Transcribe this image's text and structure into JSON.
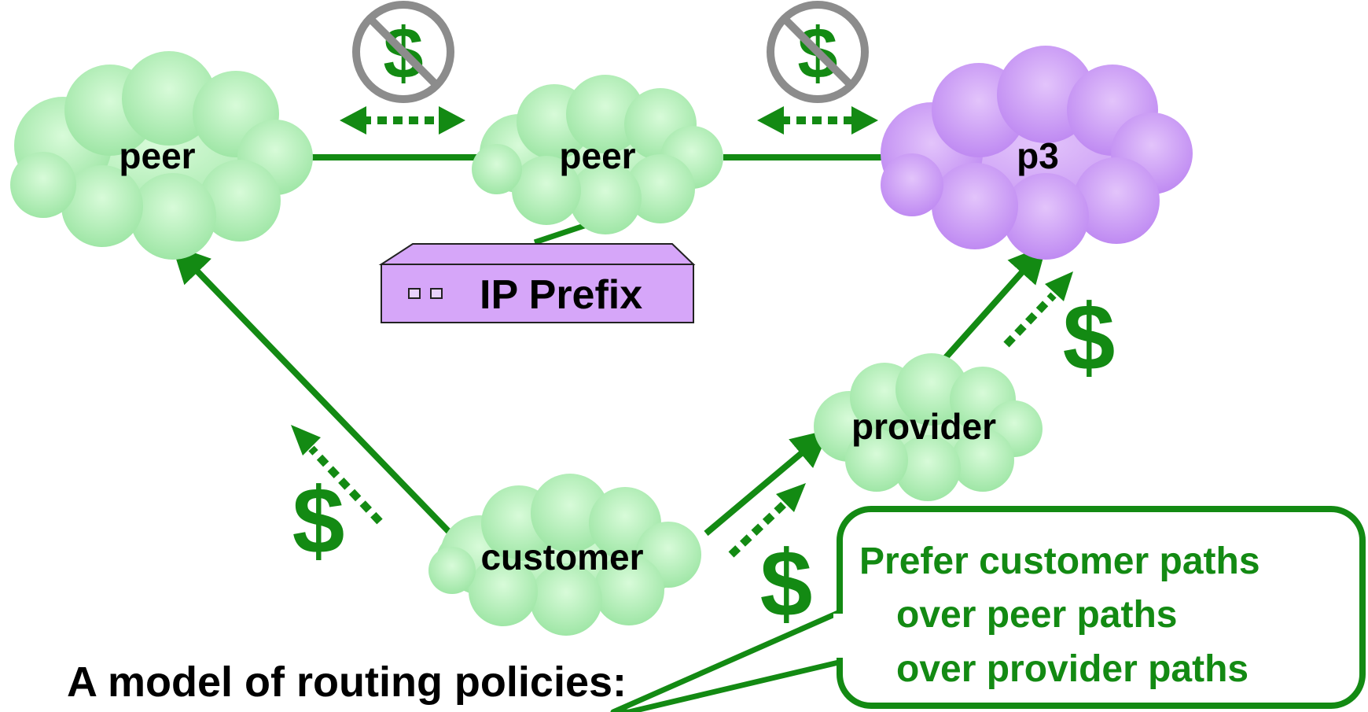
{
  "nodes": {
    "peer_left": "peer",
    "peer_middle": "peer",
    "p3": "p3",
    "provider": "provider",
    "customer": "customer"
  },
  "device": {
    "label": "IP Prefix"
  },
  "money_symbol": "$",
  "callout": {
    "line1": "Prefer customer paths",
    "line2": "over peer paths",
    "line3": "over provider paths"
  },
  "caption": "A model of routing policies:",
  "colors": {
    "link_green": "#138a13",
    "cloud_green": "#b5f2b9",
    "cloud_purple": "#cfa0f7",
    "device_purple": "#d6a6f9",
    "no_sign_gray": "#8c8c8c"
  },
  "icons": [
    "cloud-icon",
    "no-money-icon",
    "router-icon",
    "dollar-icon"
  ]
}
